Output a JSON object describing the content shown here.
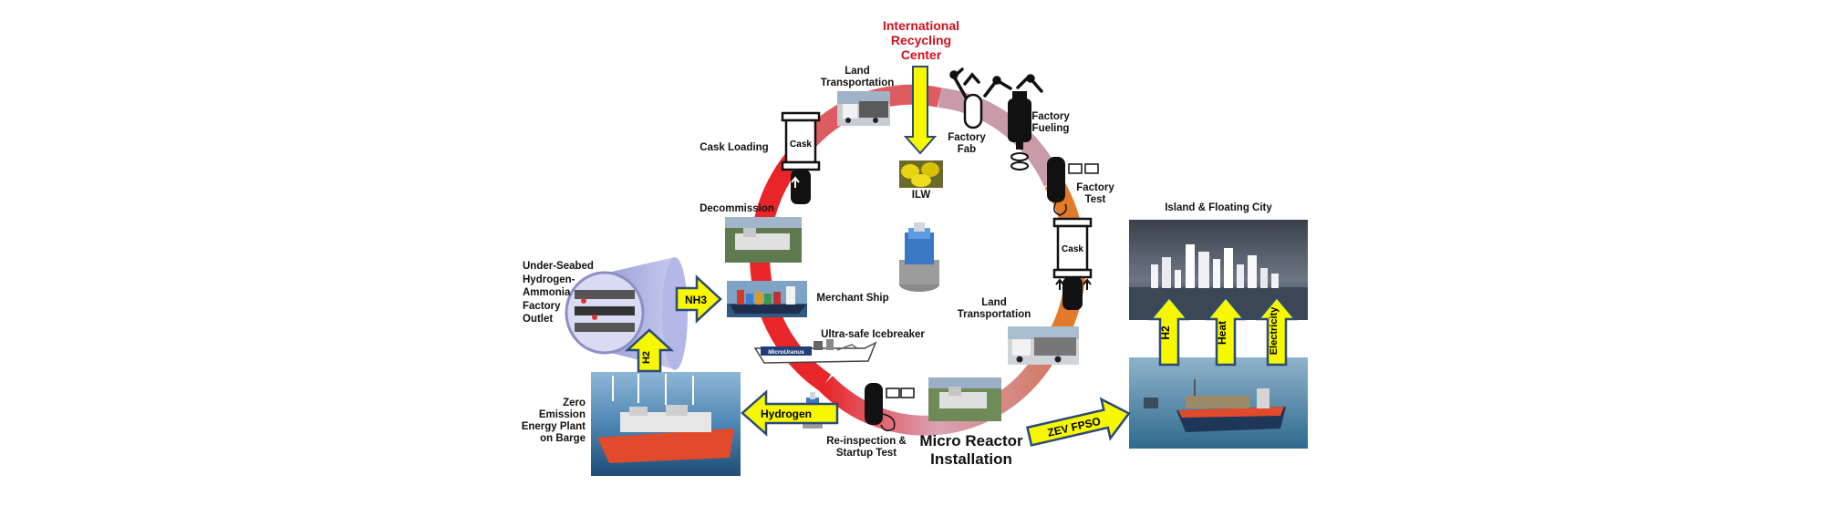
{
  "labels": {
    "international_recycling_center": "International\nRecycling\nCenter",
    "land_transportation_top": "Land\nTransportation",
    "factory_fab": "Factory\nFab",
    "factory_fueling": "Factory\nFueling",
    "factory_test": "Factory\nTest",
    "cask_loading": "Cask Loading",
    "ilw": "ILW",
    "decommission": "Decommission",
    "land_transportation_right": "Land\nTransportation",
    "merchant_ship": "Merchant Ship",
    "ultra_safe_icebreaker": "Ultra-safe Icebreaker",
    "reinspection": "Re-inspection &\nStartup Test",
    "micro_reactor_installation": "Micro Reactor\nInstallation",
    "under_seabed": "Under-Seabed\nHydrogen-\nAmmonia\nFactory\nOutlet",
    "zero_emission": "Zero\nEmission\nEnergy Plant\non Barge",
    "island_floating_city": "Island & Floating City"
  },
  "cask_text": "Cask",
  "arrows": {
    "nh3": "NH3",
    "h2_left": "H2",
    "hydrogen": "Hydrogen",
    "zev_fpso": "ZEV FPSO",
    "h2_right": "H2",
    "heat": "Heat",
    "electricity": "Electricity"
  },
  "ship_brand": "MicroUranus",
  "colors": {
    "arrow_fill": "#f7f700",
    "arrow_stroke": "#2b4a78",
    "ring_red": "#e8262a",
    "ring_pink": "#c89aa8",
    "ring_orange": "#e37a2a",
    "title_red": "#d0101a"
  }
}
